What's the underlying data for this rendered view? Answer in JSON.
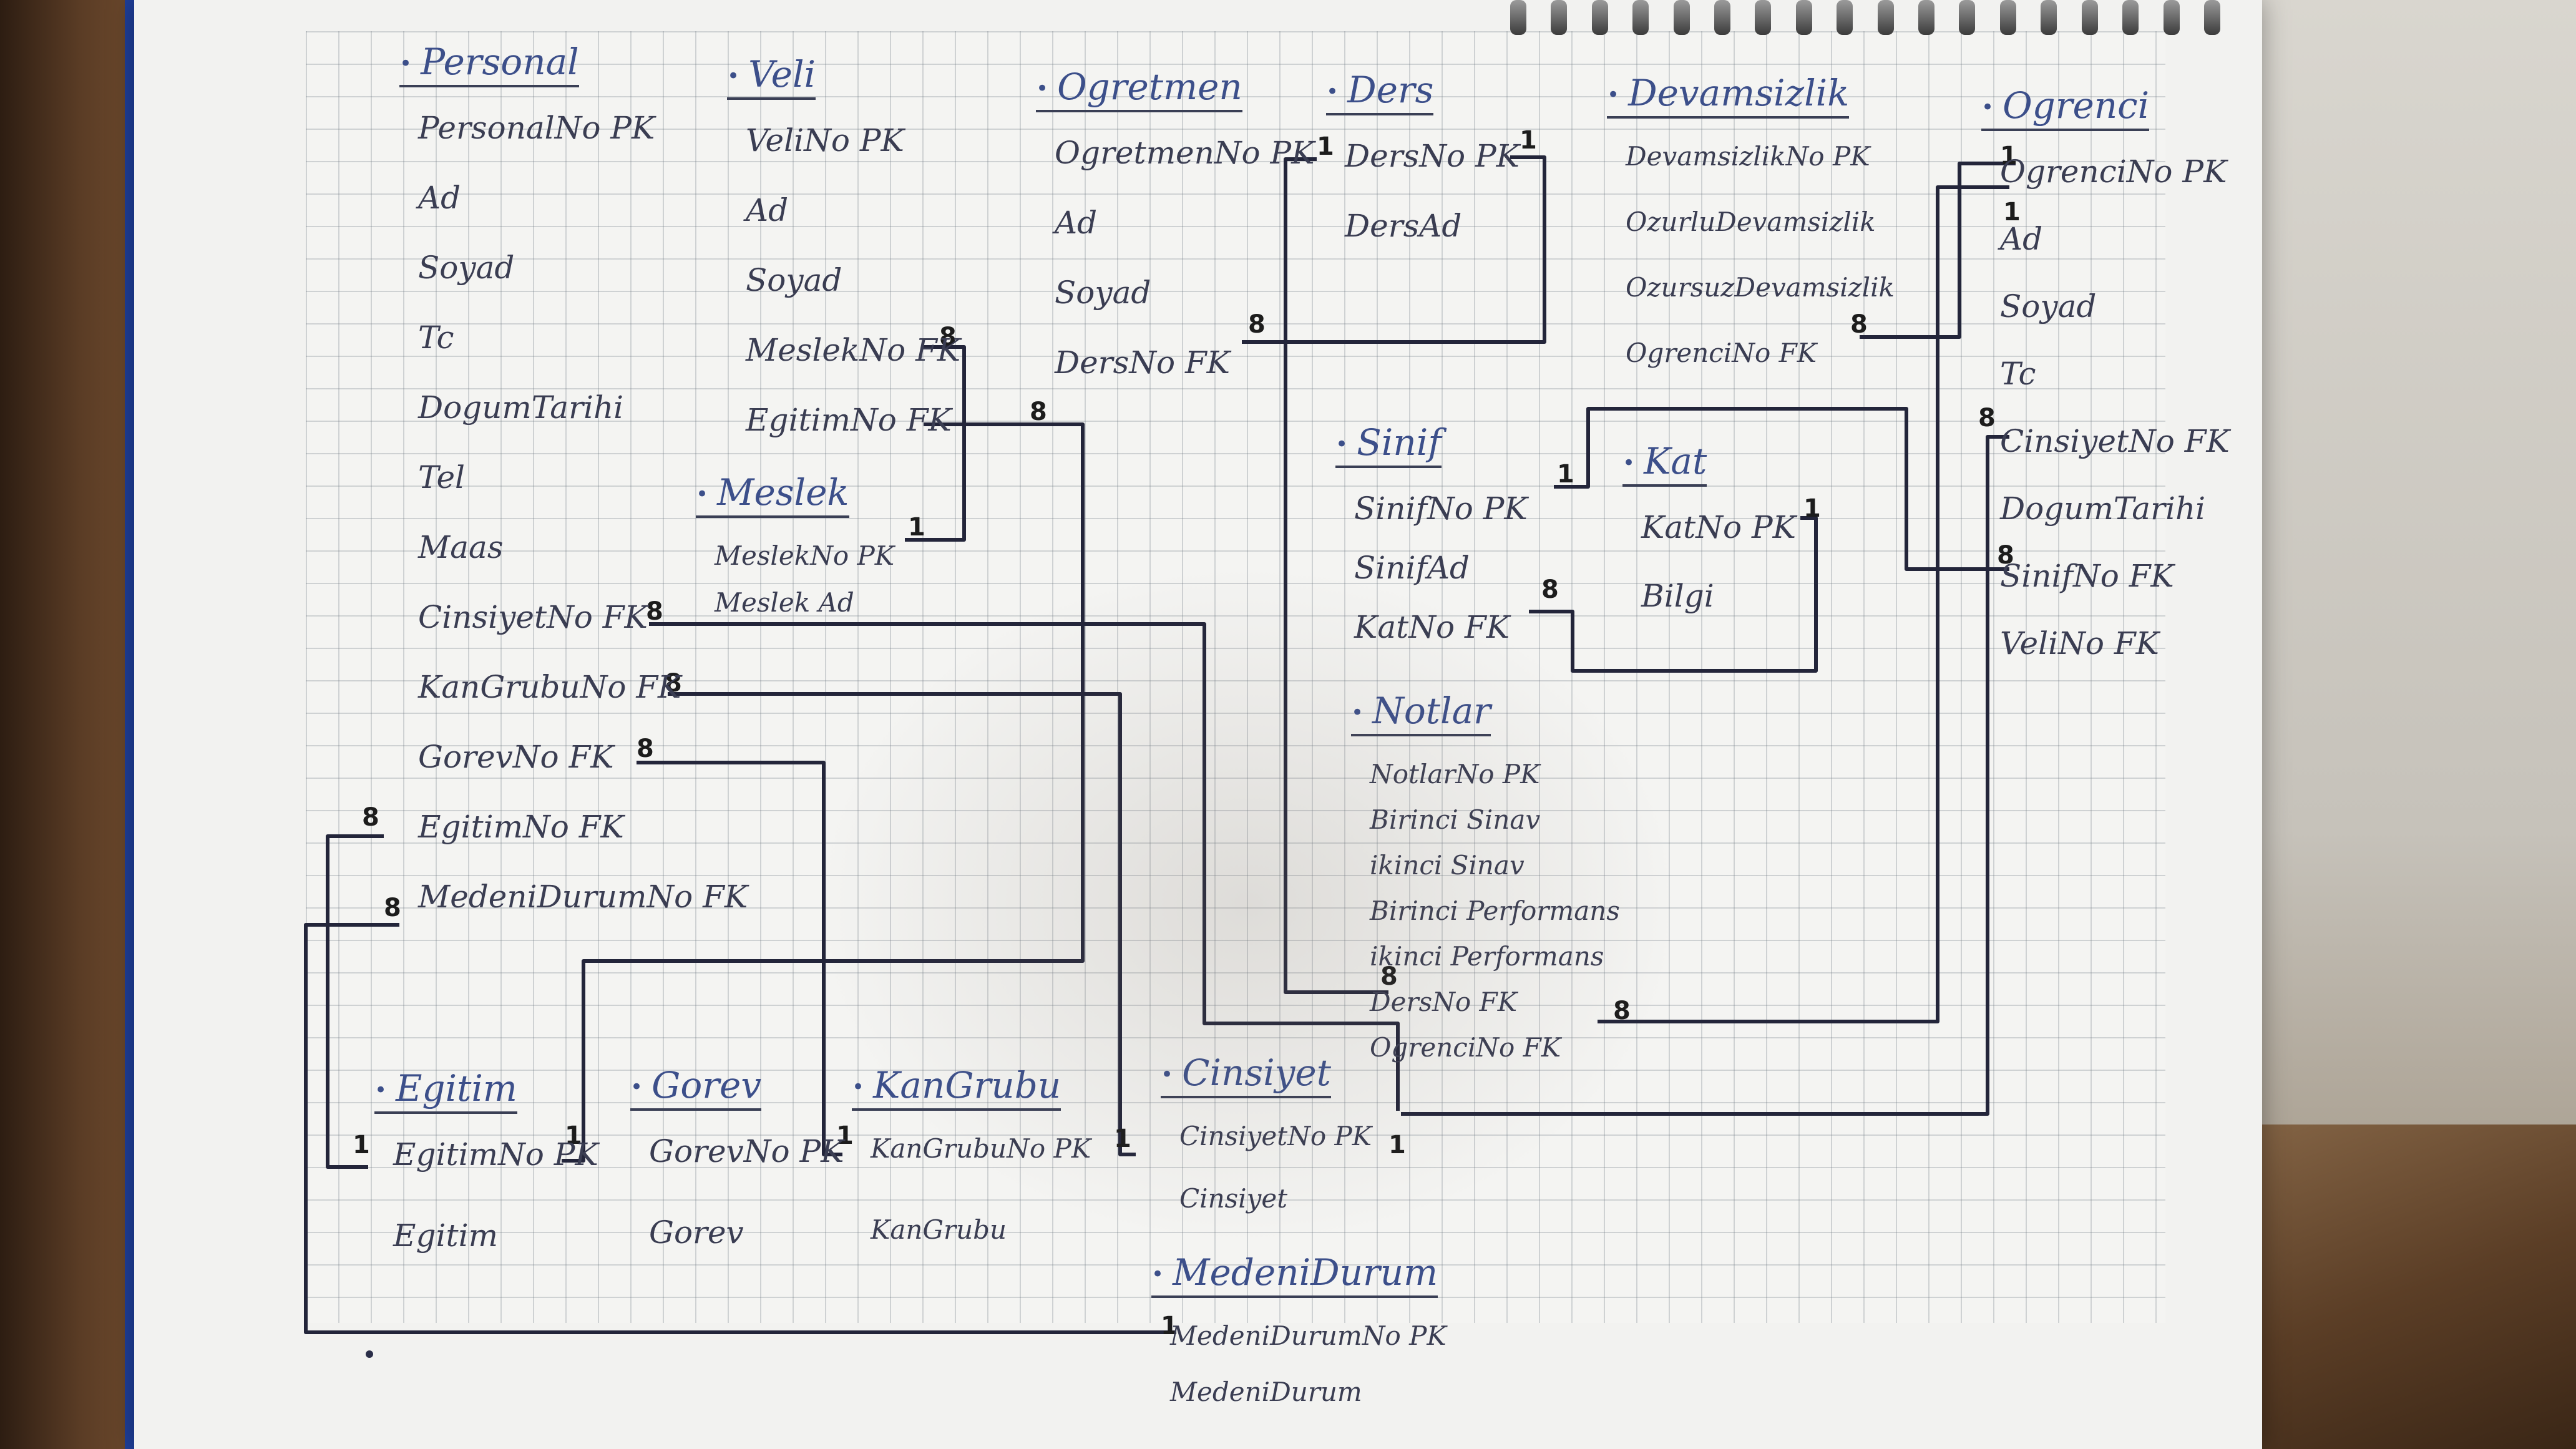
{
  "entities": {
    "personal": {
      "title": "Personal",
      "fields": [
        "PersonalNo PK",
        "Ad",
        "Soyad",
        "Tc",
        "DogumTarihi",
        "Tel",
        "Maas",
        "CinsiyetNo FK",
        "KanGrubuNo FK",
        "GorevNo FK",
        "EgitimNo FK",
        "MedeniDurumNo FK"
      ]
    },
    "veli": {
      "title": "Veli",
      "fields": [
        "VeliNo PK",
        "Ad",
        "Soyad",
        "MeslekNo FK",
        "EgitimNo FK"
      ]
    },
    "meslek": {
      "title": "Meslek",
      "fields": [
        "MeslekNo PK",
        "Meslek Ad"
      ]
    },
    "ogretmen": {
      "title": "Ogretmen",
      "fields": [
        "OgretmenNo PK",
        "Ad",
        "Soyad",
        "DersNo FK"
      ]
    },
    "ders": {
      "title": "Ders",
      "fields": [
        "DersNo PK",
        "DersAd"
      ]
    },
    "devamsizlik": {
      "title": "Devamsizlik",
      "fields": [
        "DevamsizlikNo PK",
        "OzurluDevamsizlik",
        "OzursuzDevamsizlik",
        "OgrenciNo FK"
      ]
    },
    "ogrenci": {
      "title": "Ogrenci",
      "fields": [
        "OgrenciNo PK",
        "Ad",
        "Soyad",
        "Tc",
        "CinsiyetNo FK",
        "DogumTarihi",
        "SinifNo FK",
        "VeliNo FK"
      ]
    },
    "sinif": {
      "title": "Sinif",
      "fields": [
        "SinifNo PK",
        "SinifAd",
        "KatNo FK"
      ]
    },
    "kat": {
      "title": "Kat",
      "fields": [
        "KatNo PK",
        "Bilgi"
      ]
    },
    "notlar": {
      "title": "Notlar",
      "fields": [
        "NotlarNo PK",
        "Birinci Sinav",
        "ikinci Sinav",
        "Birinci Performans",
        "ikinci Performans",
        "DersNo FK",
        "OgrenciNo FK"
      ]
    },
    "egitim": {
      "title": "Egitim",
      "fields": [
        "EgitimNo PK",
        "Egitim"
      ]
    },
    "gorev": {
      "title": "Gorev",
      "fields": [
        "GorevNo PK",
        "Gorev"
      ]
    },
    "kangrubu": {
      "title": "KanGrubu",
      "fields": [
        "KanGrubuNo PK",
        "KanGrubu"
      ]
    },
    "cinsiyet": {
      "title": "Cinsiyet",
      "fields": [
        "CinsiyetNo PK",
        "Cinsiyet"
      ]
    },
    "medenidurum": {
      "title": "MedeniDurum",
      "fields": [
        "MedeniDurumNo PK",
        "MedeniDurum"
      ]
    }
  },
  "cardinality": {
    "one": "1",
    "many": "8"
  },
  "colors": {
    "ink": "#23253a",
    "heading": "#3c4f8a",
    "paper": "#f2f2f0",
    "grid": "#9aa2aa"
  }
}
